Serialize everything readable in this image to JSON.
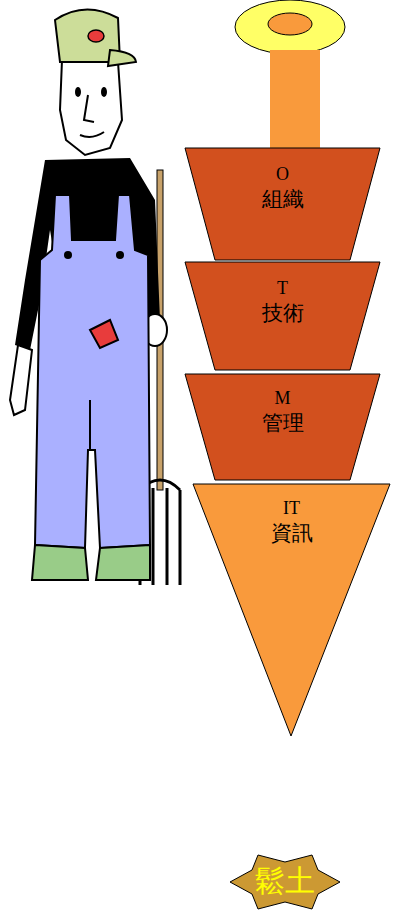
{
  "diagram": {
    "nodes": [
      {
        "text": [
          "O",
          "組織"
        ]
      },
      {
        "text": [
          "T",
          "技術"
        ]
      },
      {
        "text": [
          "M",
          "管理"
        ]
      },
      {
        "text": [
          "IT",
          "資訊"
        ]
      },
      {
        "text": [
          "鬆土"
        ]
      }
    ],
    "edges": []
  }
}
